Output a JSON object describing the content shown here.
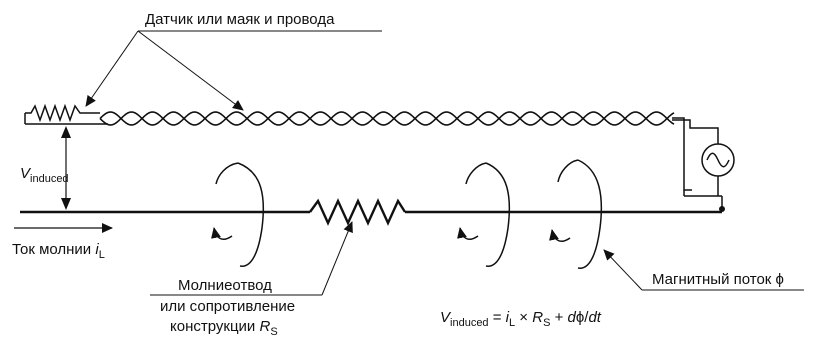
{
  "labels": {
    "sensor": "Датчик или маяк и провода",
    "v_symbol": "V",
    "v_sub": "induced",
    "current_text": "Ток молнии ",
    "current_symbol": "i",
    "current_sub": "L",
    "rod_line1": "Молниеотвод",
    "rod_line2": "или сопротивление",
    "rod_line3": "конструкции ",
    "rod_symbol": "R",
    "rod_sub": "S",
    "flux": "Магнитный поток ϕ"
  },
  "formula": {
    "v": "V",
    "v_sub": "induced",
    "eq": " = ",
    "i": "i",
    "i_sub": "L",
    "times": " × ",
    "r": "R",
    "r_sub": "S",
    "plus": " + ",
    "d": "d",
    "phi": "ϕ",
    "slash": "/",
    "dt": "dt"
  },
  "icons": [
    "resistor-icon",
    "ac-source-icon",
    "arrow-icon",
    "magnetic-flux-loop-icon"
  ]
}
